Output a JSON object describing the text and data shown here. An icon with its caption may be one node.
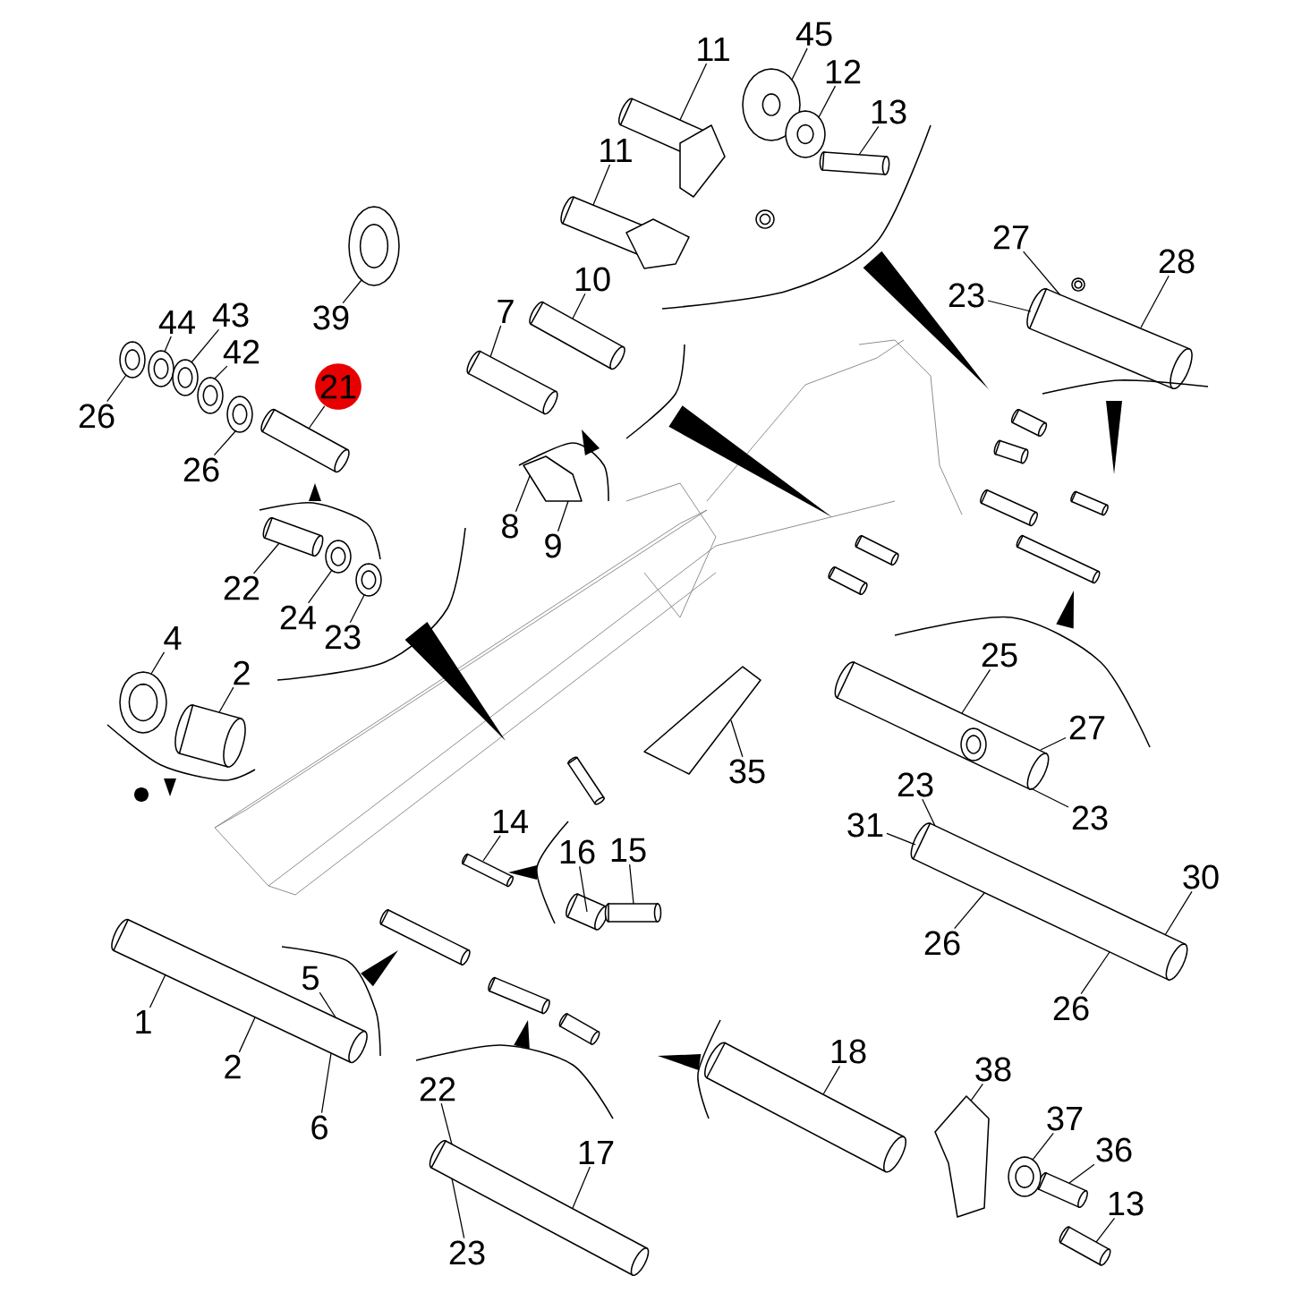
{
  "diagram": {
    "nodes": [
      {
        "text": [
          "45"
        ]
      },
      {
        "text": [
          "11"
        ]
      },
      {
        "text": [
          "12"
        ]
      },
      {
        "text": [
          "13"
        ]
      },
      {
        "text": [
          "11"
        ]
      },
      {
        "text": [
          "27"
        ]
      },
      {
        "text": [
          "28"
        ]
      },
      {
        "text": [
          "10"
        ]
      },
      {
        "text": [
          "23"
        ]
      },
      {
        "text": [
          "7"
        ]
      },
      {
        "text": [
          "43"
        ]
      },
      {
        "text": [
          "39"
        ]
      },
      {
        "text": [
          "44"
        ]
      },
      {
        "text": [
          "42"
        ]
      },
      {
        "text": [
          "21"
        ]
      },
      {
        "text": [
          "26"
        ]
      },
      {
        "text": [
          "26"
        ]
      },
      {
        "text": [
          "8"
        ]
      },
      {
        "text": [
          "9"
        ]
      },
      {
        "text": [
          "22"
        ]
      },
      {
        "text": [
          "24"
        ]
      },
      {
        "text": [
          "23"
        ]
      },
      {
        "text": [
          "4"
        ]
      },
      {
        "text": [
          "25"
        ]
      },
      {
        "text": [
          "2"
        ]
      },
      {
        "text": [
          "27"
        ]
      },
      {
        "text": [
          "35"
        ]
      },
      {
        "text": [
          "23"
        ]
      },
      {
        "text": [
          "23"
        ]
      },
      {
        "text": [
          "14"
        ]
      },
      {
        "text": [
          "31"
        ]
      },
      {
        "text": [
          "15"
        ]
      },
      {
        "text": [
          "16"
        ]
      },
      {
        "text": [
          "30"
        ]
      },
      {
        "text": [
          "26"
        ]
      },
      {
        "text": [
          "5"
        ]
      },
      {
        "text": [
          "1"
        ]
      },
      {
        "text": [
          "26"
        ]
      },
      {
        "text": [
          "18"
        ]
      },
      {
        "text": [
          "2"
        ]
      },
      {
        "text": [
          "38"
        ]
      },
      {
        "text": [
          "22"
        ]
      },
      {
        "text": [
          "37"
        ]
      },
      {
        "text": [
          "6"
        ]
      },
      {
        "text": [
          "36"
        ]
      },
      {
        "text": [
          "17"
        ]
      },
      {
        "text": [
          "13"
        ]
      },
      {
        "text": [
          "23"
        ]
      }
    ],
    "edges": [
      {
        "from": 0,
        "to": null,
        "arrow": "none"
      },
      {
        "from": 1,
        "to": null,
        "arrow": "none"
      },
      {
        "from": 2,
        "to": null,
        "arrow": "none"
      },
      {
        "from": 3,
        "to": null,
        "arrow": "none"
      },
      {
        "from": 4,
        "to": null,
        "arrow": "none"
      },
      {
        "from": 5,
        "to": null,
        "arrow": "none"
      },
      {
        "from": 6,
        "to": null,
        "arrow": "none"
      },
      {
        "from": 7,
        "to": null,
        "arrow": "none"
      },
      {
        "from": 8,
        "to": null,
        "arrow": "none"
      },
      {
        "from": 9,
        "to": null,
        "arrow": "none"
      },
      {
        "from": 10,
        "to": null,
        "arrow": "none"
      },
      {
        "from": 11,
        "to": null,
        "arrow": "none"
      },
      {
        "from": 12,
        "to": null,
        "arrow": "none"
      },
      {
        "from": 13,
        "to": null,
        "arrow": "none"
      },
      {
        "from": 14,
        "to": null,
        "arrow": "none"
      },
      {
        "from": 15,
        "to": null,
        "arrow": "none"
      },
      {
        "from": 16,
        "to": null,
        "arrow": "none"
      },
      {
        "from": 17,
        "to": null,
        "arrow": "none"
      },
      {
        "from": 18,
        "to": null,
        "arrow": "none"
      },
      {
        "from": 19,
        "to": null,
        "arrow": "none"
      },
      {
        "from": 20,
        "to": null,
        "arrow": "none"
      },
      {
        "from": 21,
        "to": null,
        "arrow": "none"
      },
      {
        "from": 22,
        "to": null,
        "arrow": "none"
      },
      {
        "from": 23,
        "to": null,
        "arrow": "none"
      },
      {
        "from": 24,
        "to": null,
        "arrow": "none"
      },
      {
        "from": 25,
        "to": null,
        "arrow": "none"
      },
      {
        "from": 26,
        "to": null,
        "arrow": "none"
      },
      {
        "from": 27,
        "to": null,
        "arrow": "none"
      },
      {
        "from": 28,
        "to": null,
        "arrow": "none"
      },
      {
        "from": 29,
        "to": null,
        "arrow": "none"
      },
      {
        "from": 30,
        "to": null,
        "arrow": "none"
      },
      {
        "from": 31,
        "to": null,
        "arrow": "none"
      },
      {
        "from": 32,
        "to": null,
        "arrow": "none"
      },
      {
        "from": 33,
        "to": null,
        "arrow": "none"
      },
      {
        "from": 34,
        "to": null,
        "arrow": "none"
      },
      {
        "from": 35,
        "to": null,
        "arrow": "none"
      },
      {
        "from": 36,
        "to": null,
        "arrow": "none"
      },
      {
        "from": 37,
        "to": null,
        "arrow": "none"
      },
      {
        "from": 38,
        "to": null,
        "arrow": "none"
      },
      {
        "from": 39,
        "to": null,
        "arrow": "none"
      },
      {
        "from": 40,
        "to": null,
        "arrow": "none"
      },
      {
        "from": 41,
        "to": null,
        "arrow": "none"
      },
      {
        "from": 42,
        "to": null,
        "arrow": "none"
      },
      {
        "from": 43,
        "to": null,
        "arrow": "none"
      },
      {
        "from": 44,
        "to": null,
        "arrow": "none"
      },
      {
        "from": 45,
        "to": null,
        "arrow": "none"
      },
      {
        "from": 46,
        "to": null,
        "arrow": "none"
      },
      {
        "from": 47,
        "to": null,
        "arrow": "none"
      }
    ]
  }
}
